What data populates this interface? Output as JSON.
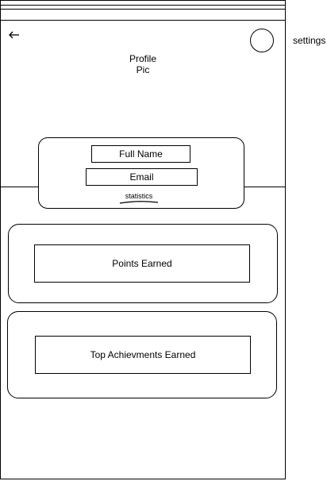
{
  "header": {
    "back_icon": "left-arrow-icon",
    "settings_label": "settings",
    "profile_pic_label": "Profile\nPic"
  },
  "user_card": {
    "full_name": "Full Name",
    "email": "Email",
    "statistics_link": "statistics"
  },
  "panels": {
    "points_earned": "Points Earned",
    "top_achievements": "Top Achievments Earned"
  }
}
